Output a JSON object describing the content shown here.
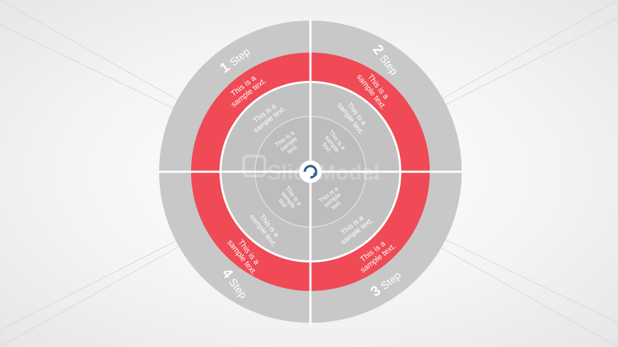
{
  "steps": [
    {
      "number": "1",
      "word": "Step",
      "ring_text": "This is a\nsample text.",
      "middle_text": "This is a\nsample text.",
      "inner_text": "This is a\nsample text."
    },
    {
      "number": "2",
      "word": "Step",
      "ring_text": "This is a\nsample text.",
      "middle_text": "This is a\nsample text.",
      "inner_text": "This is a\nsample text."
    },
    {
      "number": "3",
      "word": "Step",
      "ring_text": "This is a\nsample text.",
      "middle_text": "This is a\nsample text.",
      "inner_text": "This is a\nsample text."
    },
    {
      "number": "4",
      "word": "Step",
      "ring_text": "This is a\nsample text.",
      "middle_text": "This is a\nsample text.",
      "inner_text": "This is a\nsample text."
    }
  ],
  "watermark": {
    "logo": "SlideModel",
    "suffix": ".com"
  },
  "colors": {
    "outer_ring": "#c8c8c8",
    "red_ring": "#ef4a55",
    "middle_ring": "#c2c2c2",
    "inner_disc": "#bdbdbd",
    "divider": "#ffffff",
    "center_icon": "#2f5f8a",
    "background": "#f2f2f2"
  },
  "center_icon": "refresh-cycle-icon"
}
